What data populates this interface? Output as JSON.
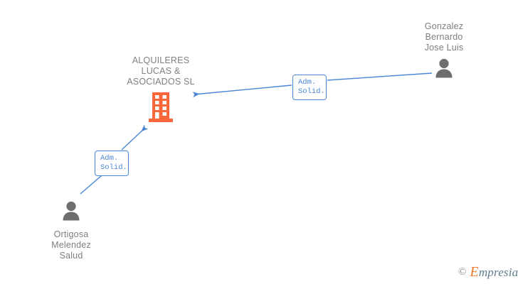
{
  "diagram": {
    "type": "corporate-relationship-graph",
    "background_color": "#ffffff",
    "edge_color": "#4a86d6",
    "company_color": "#f9683a",
    "person_color": "#6e6e6e",
    "label_text_color": "#7f7f7f"
  },
  "company": {
    "name": "ALQUILERES\nLUCAS &\nASOCIADOS SL",
    "icon": "building-icon"
  },
  "persons": [
    {
      "id": "gonzalez",
      "name": "Gonzalez\nBernardo\nJose Luis",
      "icon": "person-icon"
    },
    {
      "id": "ortigosa",
      "name": "Ortigosa\nMelendez\nSalud",
      "icon": "person-icon"
    }
  ],
  "relations": [
    {
      "id": "rel-gonzalez",
      "label": "Adm.\nSolid.",
      "from": "gonzalez",
      "to": "company"
    },
    {
      "id": "rel-ortigosa",
      "label": "Adm.\nSolid.",
      "from": "ortigosa",
      "to": "company"
    }
  ],
  "watermark": {
    "copyright": "©",
    "brand_initial": "E",
    "brand_rest": "mpresia"
  }
}
